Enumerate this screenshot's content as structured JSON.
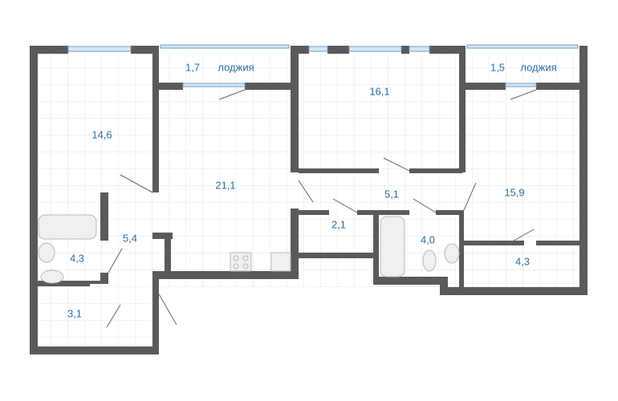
{
  "rooms": [
    {
      "id": "bedroom-1",
      "area": "14,6"
    },
    {
      "id": "loggia-1",
      "area": "1,7",
      "name": "лоджия"
    },
    {
      "id": "living",
      "area": "21,1"
    },
    {
      "id": "bedroom-2",
      "area": "16,1"
    },
    {
      "id": "loggia-2",
      "area": "1,5",
      "name": "лоджия"
    },
    {
      "id": "hall-2",
      "area": "5,1"
    },
    {
      "id": "bedroom-3",
      "area": "15,9"
    },
    {
      "id": "storage",
      "area": "2,1"
    },
    {
      "id": "bathroom-2",
      "area": "4,0"
    },
    {
      "id": "closet",
      "area": "4,3"
    },
    {
      "id": "hall-1",
      "area": "5,4"
    },
    {
      "id": "bathroom-1",
      "area": "4,3"
    },
    {
      "id": "entry",
      "area": "3,1"
    }
  ],
  "colors": {
    "wall": "#5a5a5a",
    "label": "#2f6ca3",
    "window": "#6f9fcf",
    "grid": "#e6e6e6"
  }
}
